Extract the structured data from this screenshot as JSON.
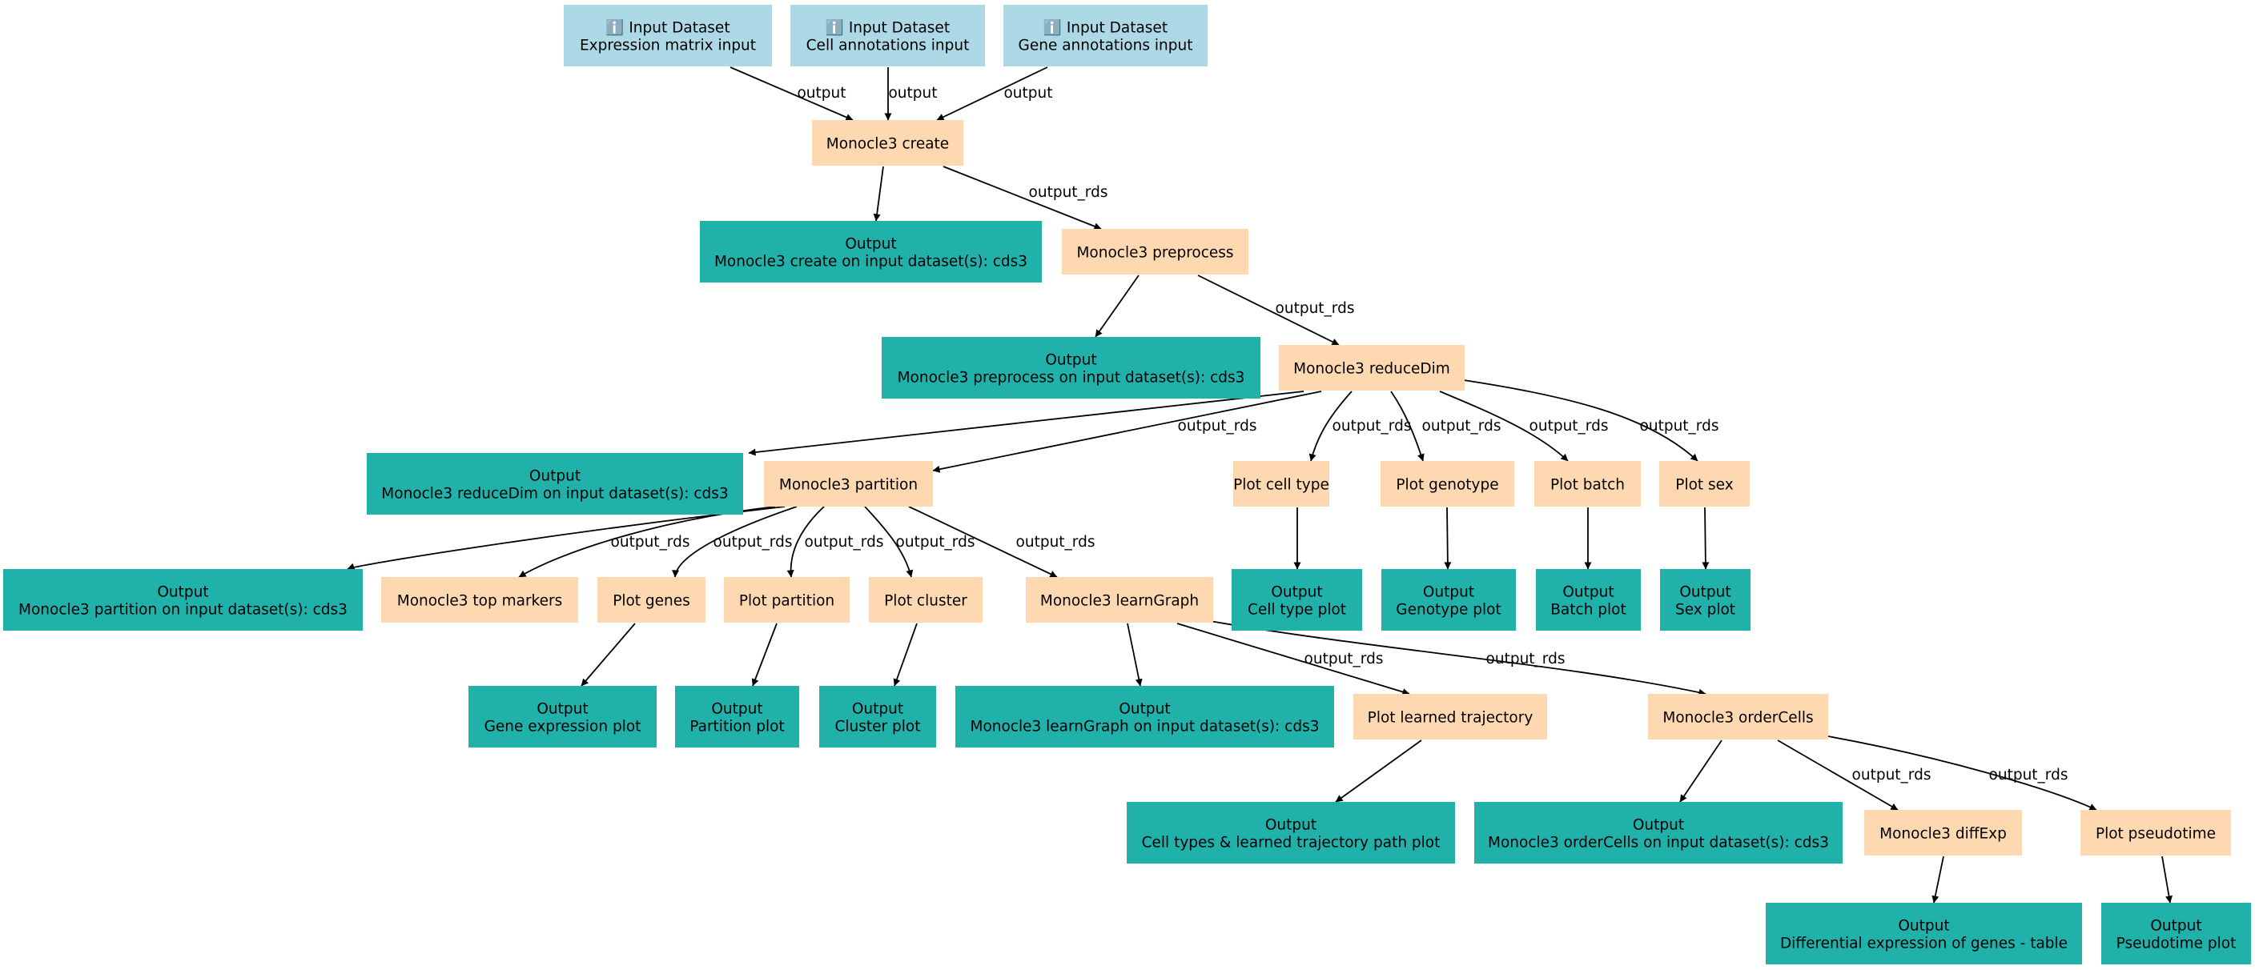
{
  "colors": {
    "input": "#add8e6",
    "tool": "#fed8b1",
    "output": "#20b2aa",
    "edge": "#000000"
  },
  "icon": {
    "input_dataset": "info-icon"
  },
  "nodes": {
    "input_expression": {
      "kind": "input",
      "line1": "ℹ️ Input Dataset",
      "line2": "Expression matrix input"
    },
    "input_cell": {
      "kind": "input",
      "line1": "ℹ️ Input Dataset",
      "line2": "Cell annotations input"
    },
    "input_gene": {
      "kind": "input",
      "line1": "ℹ️ Input Dataset",
      "line2": "Gene annotations input"
    },
    "create": {
      "kind": "tool",
      "line1": "Monocle3 create"
    },
    "out_create": {
      "kind": "output",
      "line1": "Output",
      "line2": "Monocle3 create on input dataset(s): cds3"
    },
    "preprocess": {
      "kind": "tool",
      "line1": "Monocle3 preprocess"
    },
    "out_preprocess": {
      "kind": "output",
      "line1": "Output",
      "line2": "Monocle3 preprocess on input dataset(s): cds3"
    },
    "reducedim": {
      "kind": "tool",
      "line1": "Monocle3 reduceDim"
    },
    "out_reducedim": {
      "kind": "output",
      "line1": "Output",
      "line2": "Monocle3 reduceDim on input dataset(s): cds3"
    },
    "partition": {
      "kind": "tool",
      "line1": "Monocle3 partition"
    },
    "plot_celltype": {
      "kind": "tool",
      "line1": "Plot cell type"
    },
    "plot_genotype": {
      "kind": "tool",
      "line1": "Plot genotype"
    },
    "plot_batch": {
      "kind": "tool",
      "line1": "Plot batch"
    },
    "plot_sex": {
      "kind": "tool",
      "line1": "Plot sex"
    },
    "out_partition": {
      "kind": "output",
      "line1": "Output",
      "line2": "Monocle3 partition on input dataset(s): cds3"
    },
    "topmarkers": {
      "kind": "tool",
      "line1": "Monocle3 top markers"
    },
    "plot_genes": {
      "kind": "tool",
      "line1": "Plot genes"
    },
    "plot_partition": {
      "kind": "tool",
      "line1": "Plot partition"
    },
    "plot_cluster": {
      "kind": "tool",
      "line1": "Plot cluster"
    },
    "learngraph": {
      "kind": "tool",
      "line1": "Monocle3 learnGraph"
    },
    "out_celltype": {
      "kind": "output",
      "line1": "Output",
      "line2": "Cell type plot"
    },
    "out_genotype": {
      "kind": "output",
      "line1": "Output",
      "line2": "Genotype plot"
    },
    "out_batch": {
      "kind": "output",
      "line1": "Output",
      "line2": "Batch plot"
    },
    "out_sex": {
      "kind": "output",
      "line1": "Output",
      "line2": "Sex plot"
    },
    "out_genes": {
      "kind": "output",
      "line1": "Output",
      "line2": "Gene expression plot"
    },
    "out_plotpartition": {
      "kind": "output",
      "line1": "Output",
      "line2": "Partition plot"
    },
    "out_cluster": {
      "kind": "output",
      "line1": "Output",
      "line2": "Cluster plot"
    },
    "out_learngraph": {
      "kind": "output",
      "line1": "Output",
      "line2": "Monocle3 learnGraph on input dataset(s): cds3"
    },
    "plot_trajectory": {
      "kind": "tool",
      "line1": "Plot learned trajectory"
    },
    "ordercells": {
      "kind": "tool",
      "line1": "Monocle3 orderCells"
    },
    "out_trajectory": {
      "kind": "output",
      "line1": "Output",
      "line2": "Cell types & learned trajectory path plot"
    },
    "out_ordercells": {
      "kind": "output",
      "line1": "Output",
      "line2": "Monocle3 orderCells on input dataset(s): cds3"
    },
    "diffexp": {
      "kind": "tool",
      "line1": "Monocle3 diffExp"
    },
    "plot_pseudotime": {
      "kind": "tool",
      "line1": "Plot pseudotime"
    },
    "out_diffexp": {
      "kind": "output",
      "line1": "Output",
      "line2": "Differential expression of genes - table"
    },
    "out_pseudotime": {
      "kind": "output",
      "line1": "Output",
      "line2": "Pseudotime plot"
    }
  },
  "edges": [
    {
      "from": "input_expression",
      "to": "create",
      "label": "output"
    },
    {
      "from": "input_cell",
      "to": "create",
      "label": "output"
    },
    {
      "from": "input_gene",
      "to": "create",
      "label": "output"
    },
    {
      "from": "create",
      "to": "out_create",
      "label": ""
    },
    {
      "from": "create",
      "to": "preprocess",
      "label": "output_rds"
    },
    {
      "from": "preprocess",
      "to": "out_preprocess",
      "label": ""
    },
    {
      "from": "preprocess",
      "to": "reducedim",
      "label": "output_rds"
    },
    {
      "from": "reducedim",
      "to": "out_reducedim",
      "label": ""
    },
    {
      "from": "reducedim",
      "to": "partition",
      "label": "output_rds"
    },
    {
      "from": "reducedim",
      "to": "plot_celltype",
      "label": "output_rds"
    },
    {
      "from": "reducedim",
      "to": "plot_genotype",
      "label": "output_rds"
    },
    {
      "from": "reducedim",
      "to": "plot_batch",
      "label": "output_rds"
    },
    {
      "from": "reducedim",
      "to": "plot_sex",
      "label": "output_rds"
    },
    {
      "from": "partition",
      "to": "out_partition",
      "label": ""
    },
    {
      "from": "partition",
      "to": "topmarkers",
      "label": "output_rds"
    },
    {
      "from": "partition",
      "to": "plot_genes",
      "label": "output_rds"
    },
    {
      "from": "partition",
      "to": "plot_partition",
      "label": "output_rds"
    },
    {
      "from": "partition",
      "to": "plot_cluster",
      "label": "output_rds"
    },
    {
      "from": "partition",
      "to": "learngraph",
      "label": "output_rds"
    },
    {
      "from": "plot_celltype",
      "to": "out_celltype",
      "label": ""
    },
    {
      "from": "plot_genotype",
      "to": "out_genotype",
      "label": ""
    },
    {
      "from": "plot_batch",
      "to": "out_batch",
      "label": ""
    },
    {
      "from": "plot_sex",
      "to": "out_sex",
      "label": ""
    },
    {
      "from": "plot_genes",
      "to": "out_genes",
      "label": ""
    },
    {
      "from": "plot_partition",
      "to": "out_plotpartition",
      "label": ""
    },
    {
      "from": "plot_cluster",
      "to": "out_cluster",
      "label": ""
    },
    {
      "from": "learngraph",
      "to": "out_learngraph",
      "label": ""
    },
    {
      "from": "learngraph",
      "to": "plot_trajectory",
      "label": "output_rds"
    },
    {
      "from": "learngraph",
      "to": "ordercells",
      "label": "output_rds"
    },
    {
      "from": "plot_trajectory",
      "to": "out_trajectory",
      "label": ""
    },
    {
      "from": "ordercells",
      "to": "out_ordercells",
      "label": ""
    },
    {
      "from": "ordercells",
      "to": "diffexp",
      "label": "output_rds"
    },
    {
      "from": "ordercells",
      "to": "plot_pseudotime",
      "label": "output_rds"
    },
    {
      "from": "diffexp",
      "to": "out_diffexp",
      "label": ""
    },
    {
      "from": "plot_pseudotime",
      "to": "out_pseudotime",
      "label": ""
    }
  ]
}
